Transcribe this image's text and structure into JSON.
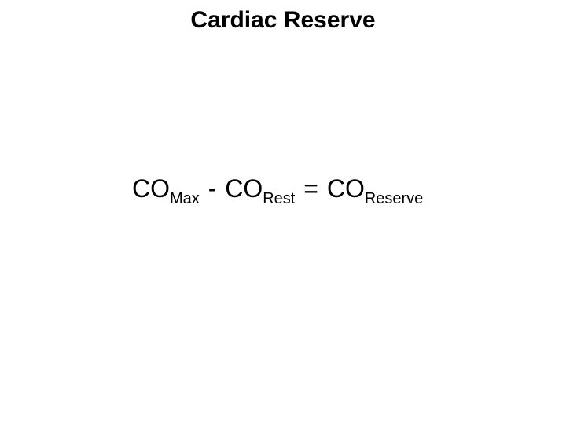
{
  "slide": {
    "title": "Cardiac Reserve",
    "equation": {
      "term1_base": "CO",
      "term1_sub": "Max",
      "operator1": "-",
      "term2_base": "CO",
      "term2_sub": "Rest",
      "operator2": "=",
      "term3_base": "CO",
      "term3_sub": "Reserve"
    }
  }
}
